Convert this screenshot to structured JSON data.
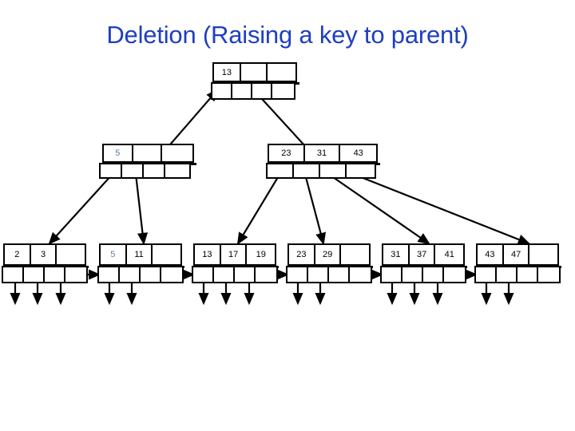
{
  "slide": {
    "title": "Deletion (Raising a key to parent)",
    "title_color": "#1f3fbf",
    "background": "#ffffff",
    "line_color": "#000000"
  },
  "tree": {
    "type": "b-plus-tree",
    "root": {
      "keys": [
        "13",
        "",
        ""
      ],
      "pointers": 4
    },
    "internal": [
      {
        "keys": [
          "5",
          "",
          ""
        ],
        "pointers": 4
      },
      {
        "keys": [
          "23",
          "31",
          "43"
        ],
        "pointers": 4
      }
    ],
    "leaves": [
      {
        "keys": [
          "2",
          "3",
          ""
        ],
        "faint": [
          false,
          false,
          false
        ],
        "pointers": 4,
        "records": 3
      },
      {
        "keys": [
          "5",
          "11",
          ""
        ],
        "faint": [
          true,
          false,
          false
        ],
        "pointers": 4,
        "records": 2
      },
      {
        "keys": [
          "13",
          "17",
          "19"
        ],
        "faint": [
          false,
          false,
          false
        ],
        "pointers": 4,
        "records": 3
      },
      {
        "keys": [
          "23",
          "29",
          ""
        ],
        "faint": [
          false,
          false,
          false
        ],
        "pointers": 4,
        "records": 2
      },
      {
        "keys": [
          "31",
          "37",
          "41"
        ],
        "faint": [
          false,
          false,
          false
        ],
        "pointers": 4,
        "records": 3
      },
      {
        "keys": [
          "43",
          "47",
          ""
        ],
        "faint": [
          false,
          false,
          false
        ],
        "pointers": 4,
        "records": 2
      }
    ]
  }
}
